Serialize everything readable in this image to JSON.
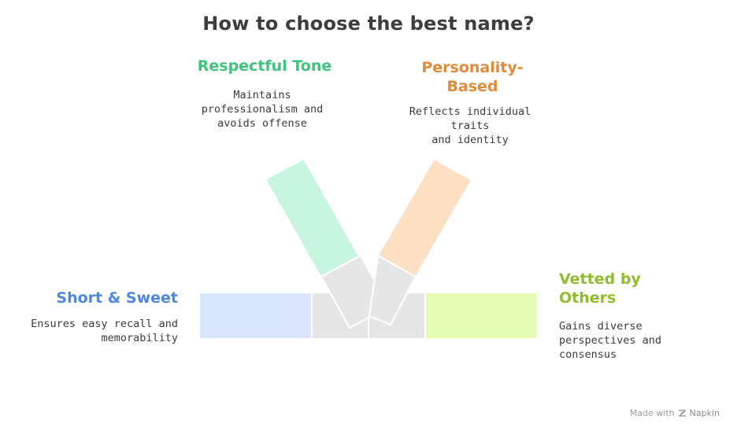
{
  "title": "How to choose the best name?",
  "options": {
    "respectful": {
      "heading": "Respectful Tone",
      "description": [
        "Maintains",
        "professionalism and",
        "avoids offense"
      ],
      "color": "#3cc47c",
      "fill": "#c8f5e0"
    },
    "personality": {
      "heading": [
        "Personality-",
        "Based"
      ],
      "description": [
        "Reflects individual traits",
        "and identity"
      ],
      "color": "#e08a3a",
      "fill": "#fde0c4"
    },
    "short": {
      "heading": "Short & Sweet",
      "description": [
        "Ensures easy recall and",
        "memorability"
      ],
      "color": "#4f86df",
      "fill": "#dae6fb"
    },
    "vetted": {
      "heading": [
        "Vetted by",
        "Others"
      ],
      "description": [
        "Gains diverse",
        "perspectives and",
        "consensus"
      ],
      "color": "#8fbd2e",
      "fill": "#e3fbb2"
    }
  },
  "hub_color": "#e6e6e6",
  "footer": {
    "prefix": "Made with",
    "brand": "Napkin",
    "logo_icon": "napkin-logo-icon"
  }
}
